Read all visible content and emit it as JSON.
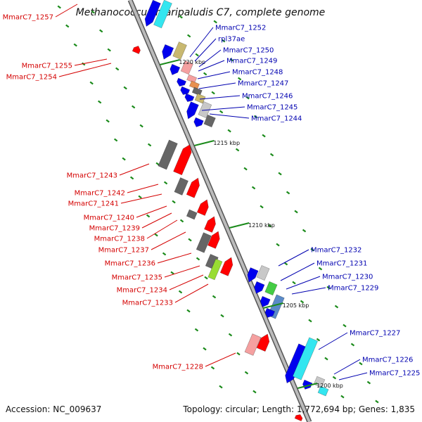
{
  "title": "Methanococcus maripaludis C7, complete genome",
  "footer": {
    "accession": "Accession: NC_009637",
    "summary": "Topology: circular; Length: 1,772,694 bp; Genes: 1,835"
  },
  "colors": {
    "reverse_strand": "#ff0000",
    "forward_strand": "#0000ee",
    "backbone": "#999999",
    "tick": "#1a8a1a",
    "cyan": "#33e6f0",
    "gray": "#666666",
    "pink": "#f5a0a0",
    "olive": "#c8b870",
    "steel": "#5a8ac8",
    "lightgray": "#c8c8c8"
  },
  "kbp_marks": [
    "1220 kbp",
    "1215 kbp",
    "1210 kbp",
    "1205 kbp",
    "1200 kbp"
  ],
  "left_labels": [
    "MmarC7_1257",
    "MmarC7_1255",
    "MmarC7_1254",
    "MmarC7_1243",
    "MmarC7_1242",
    "MmarC7_1241",
    "MmarC7_1240",
    "MmarC7_1239",
    "MmarC7_1238",
    "MmarC7_1237",
    "MmarC7_1236",
    "MmarC7_1235",
    "MmarC7_1234",
    "MmarC7_1233",
    "MmarC7_1228"
  ],
  "right_labels": [
    "MmarC7_1252",
    "rpl37ae",
    "MmarC7_1250",
    "MmarC7_1249",
    "MmarC7_1248",
    "MmarC7_1247",
    "MmarC7_1246",
    "MmarC7_1245",
    "MmarC7_1244",
    "MmarC7_1232",
    "MmarC7_1231",
    "MmarC7_1230",
    "MmarC7_1229",
    "MmarC7_1227",
    "MmarC7_1226",
    "MmarC7_1225"
  ]
}
